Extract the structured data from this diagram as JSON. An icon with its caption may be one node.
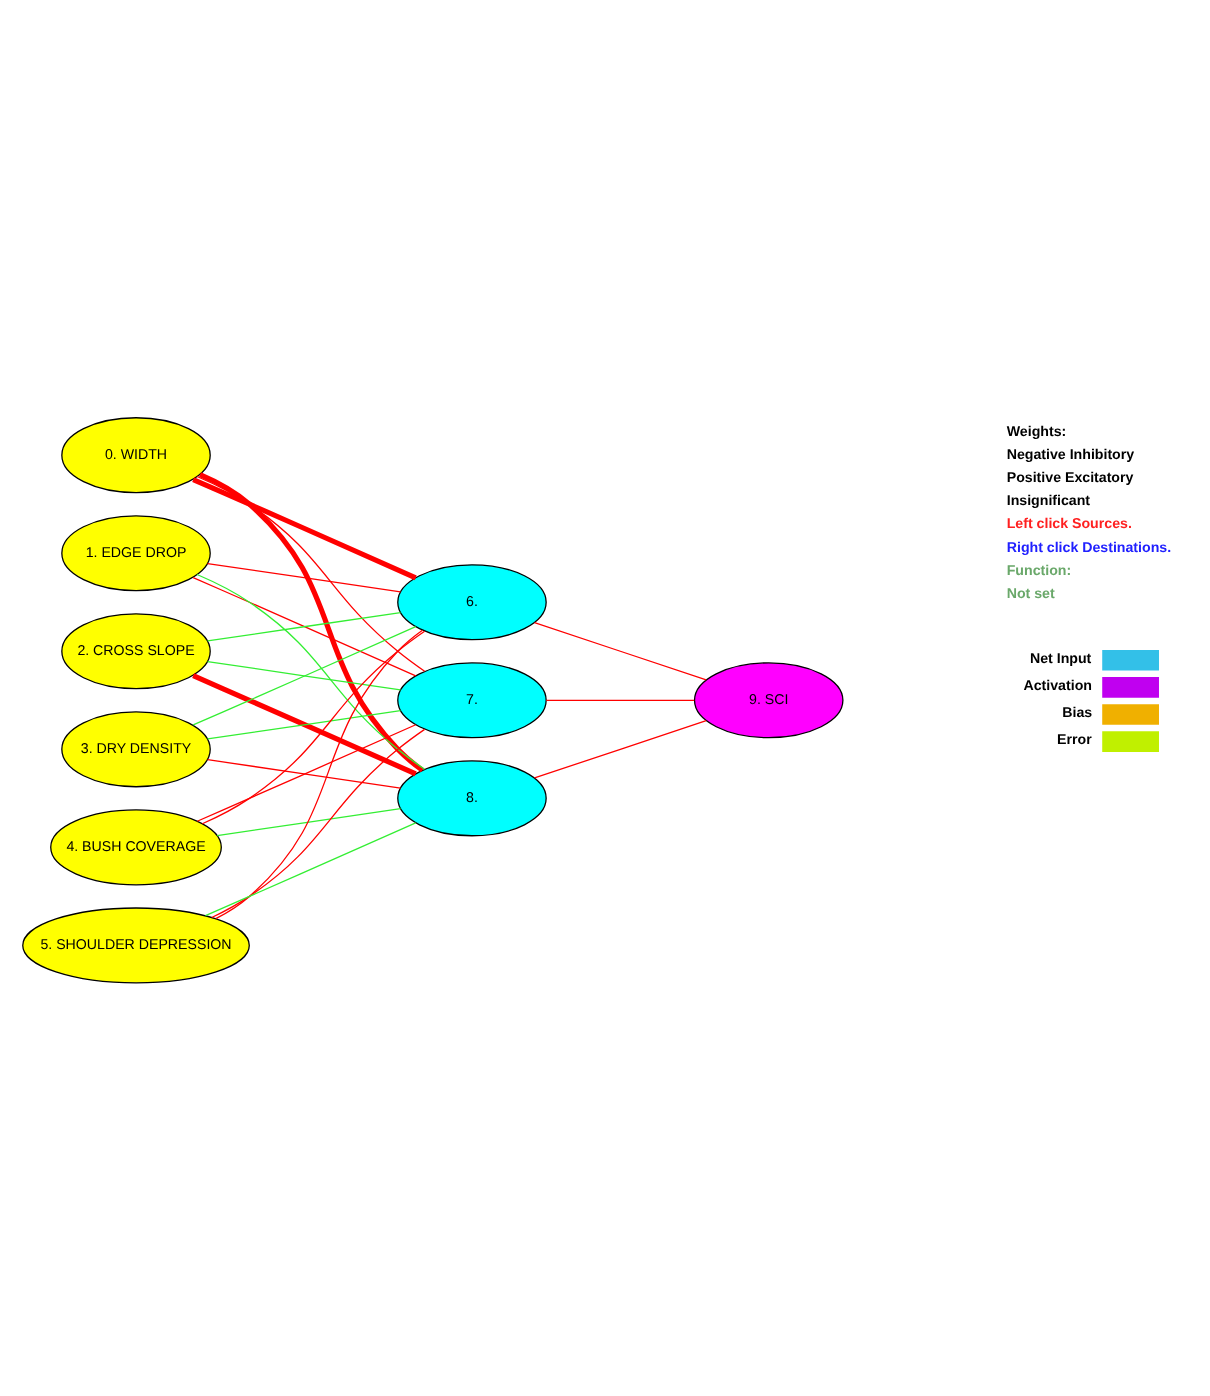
{
  "diagram": {
    "nodes": [
      {
        "text": [
          "0. WIDTH"
        ]
      },
      {
        "text": [
          "1. EDGE DROP"
        ]
      },
      {
        "text": [
          "2. CROSS SLOPE"
        ]
      },
      {
        "text": [
          "3. DRY DENSITY"
        ]
      },
      {
        "text": [
          "4. BUSH COVERAGE"
        ]
      },
      {
        "text": [
          "5. SHOULDER DEPRESSION"
        ]
      },
      {
        "text": [
          "6."
        ]
      },
      {
        "text": [
          "7."
        ]
      },
      {
        "text": [
          "8."
        ]
      },
      {
        "text": [
          "9. SCI"
        ]
      }
    ],
    "edges": [
      {
        "from": 0,
        "to": 6,
        "arrow": "none",
        "style": "thick"
      },
      {
        "from": 0,
        "to": 7,
        "arrow": "none"
      },
      {
        "from": 0,
        "to": 8,
        "arrow": "none",
        "style": "thick"
      },
      {
        "from": 1,
        "to": 6,
        "arrow": "none"
      },
      {
        "from": 1,
        "to": 7,
        "arrow": "none"
      },
      {
        "from": 1,
        "to": 8,
        "arrow": "none",
        "color": "#33ee33"
      },
      {
        "from": 2,
        "to": 6,
        "arrow": "none",
        "color": "#33ee33"
      },
      {
        "from": 2,
        "to": 7,
        "arrow": "none",
        "color": "#33ee33"
      },
      {
        "from": 2,
        "to": 8,
        "arrow": "none",
        "style": "thick"
      },
      {
        "from": 3,
        "to": 6,
        "arrow": "none",
        "color": "#33ee33"
      },
      {
        "from": 3,
        "to": 7,
        "arrow": "none",
        "color": "#33ee33"
      },
      {
        "from": 3,
        "to": 8,
        "arrow": "none"
      },
      {
        "from": 4,
        "to": 6,
        "arrow": "none"
      },
      {
        "from": 4,
        "to": 7,
        "arrow": "none"
      },
      {
        "from": 4,
        "to": 8,
        "arrow": "none",
        "color": "#33ee33"
      },
      {
        "from": 5,
        "to": 6,
        "arrow": "none"
      },
      {
        "from": 5,
        "to": 7,
        "arrow": "none"
      },
      {
        "from": 5,
        "to": 8,
        "arrow": "none",
        "color": "#33ee33"
      },
      {
        "from": 6,
        "to": 9,
        "arrow": "none"
      },
      {
        "from": 7,
        "to": 9,
        "arrow": "none"
      },
      {
        "from": 8,
        "to": 9,
        "arrow": "none"
      }
    ],
    "labels": [
      "Weights:",
      "Negative Inhibitory",
      "Positive Excitatory",
      "Insignificant",
      "Left click Sources.",
      "Right click Destinations.",
      "Function:",
      "Not set"
    ],
    "legend": [
      {
        "text": "Net Input",
        "color": "#33c0e8"
      },
      {
        "text": "Activation",
        "color": "#c000f0"
      },
      {
        "text": "Bias",
        "color": "#f0b000"
      },
      {
        "text": "Error",
        "color": "#c0f000"
      }
    ]
  }
}
